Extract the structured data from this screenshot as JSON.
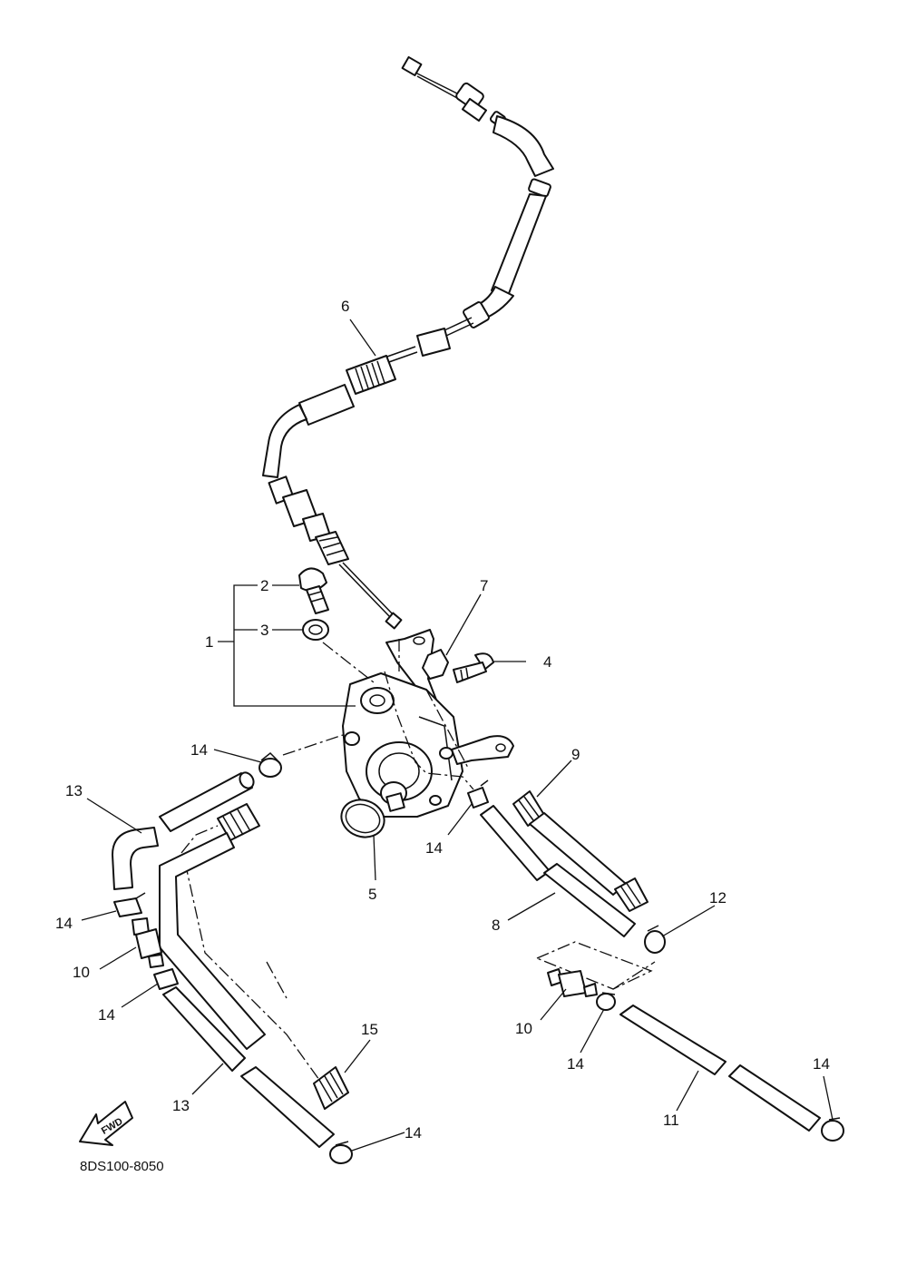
{
  "diagram": {
    "part_number_code": "8DS100-8050",
    "direction_label": "FWD",
    "callouts": [
      "1",
      "2",
      "3",
      "4",
      "5",
      "6",
      "7",
      "8",
      "9",
      "10",
      "11",
      "12",
      "13",
      "14",
      "15"
    ],
    "repeated_callouts": {
      "n10b": "10",
      "n13b": "13",
      "n14b": "14",
      "n14c": "14",
      "n14d": "14",
      "n14e": "14",
      "n14f": "14",
      "n14g": "14"
    }
  }
}
